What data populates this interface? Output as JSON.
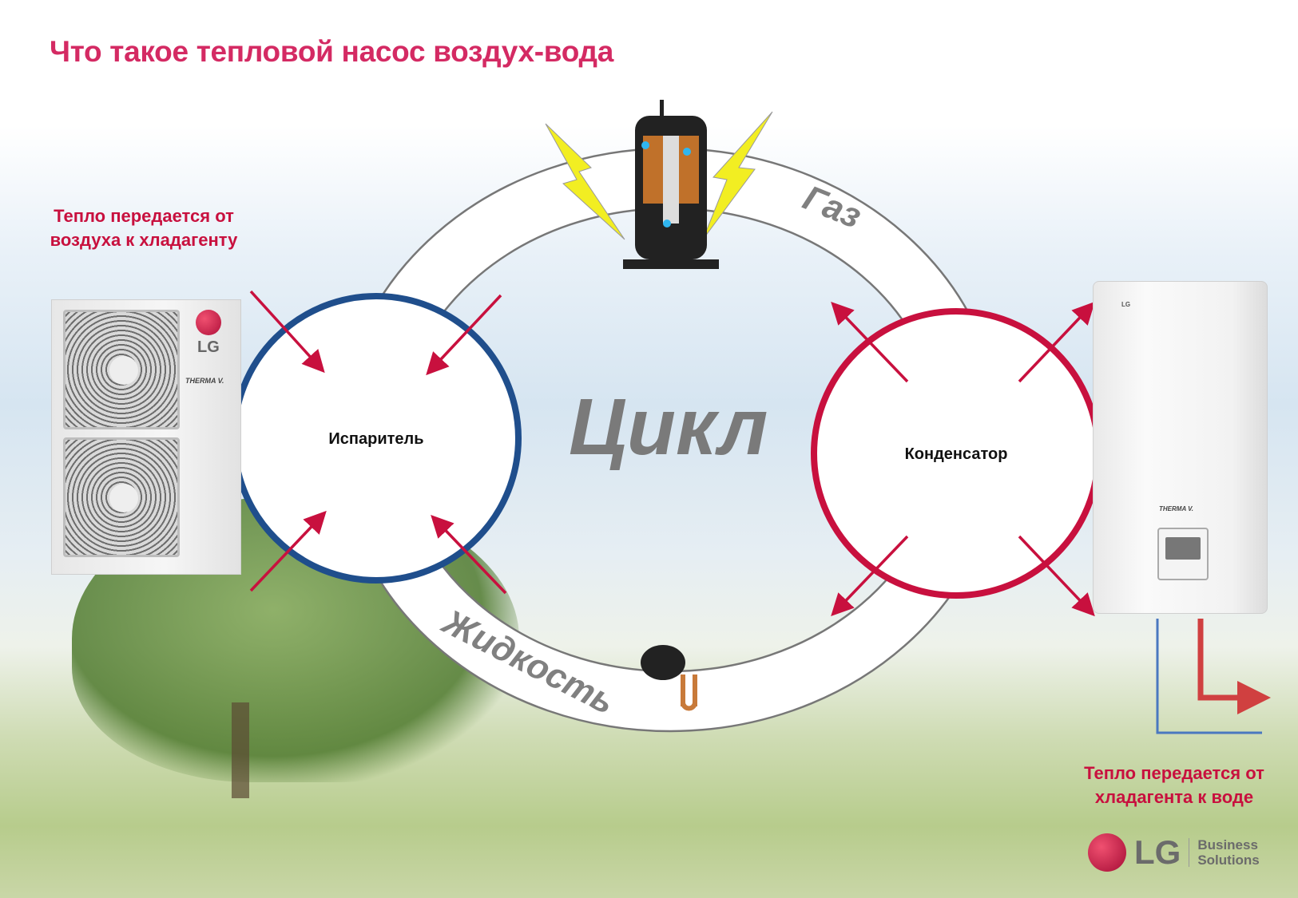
{
  "title": "Что такое тепловой насос воздух-вода",
  "note_left": {
    "line1": "Тепло передается от",
    "line2": "воздуха к хладагенту"
  },
  "note_right": {
    "line1": "Тепло передается от",
    "line2": "хладагента к воде"
  },
  "evaporator_label": "Испаритель",
  "condenser_label": "Конденсатор",
  "cycle_label": "Цикл",
  "gas_label": "Газ",
  "liquid_label": "Жидкость",
  "outdoor_unit": {
    "brand": "LG",
    "model": "THERMA V."
  },
  "indoor_unit": {
    "brand": "LG",
    "model": "THERMA V."
  },
  "footer_logo": {
    "brand": "LG",
    "line1": "Business",
    "line2": "Solutions"
  },
  "colors": {
    "accent": "#d42a63",
    "red": "#c8103e",
    "blue": "#1f4e8c",
    "gray": "#7a7a7a"
  }
}
